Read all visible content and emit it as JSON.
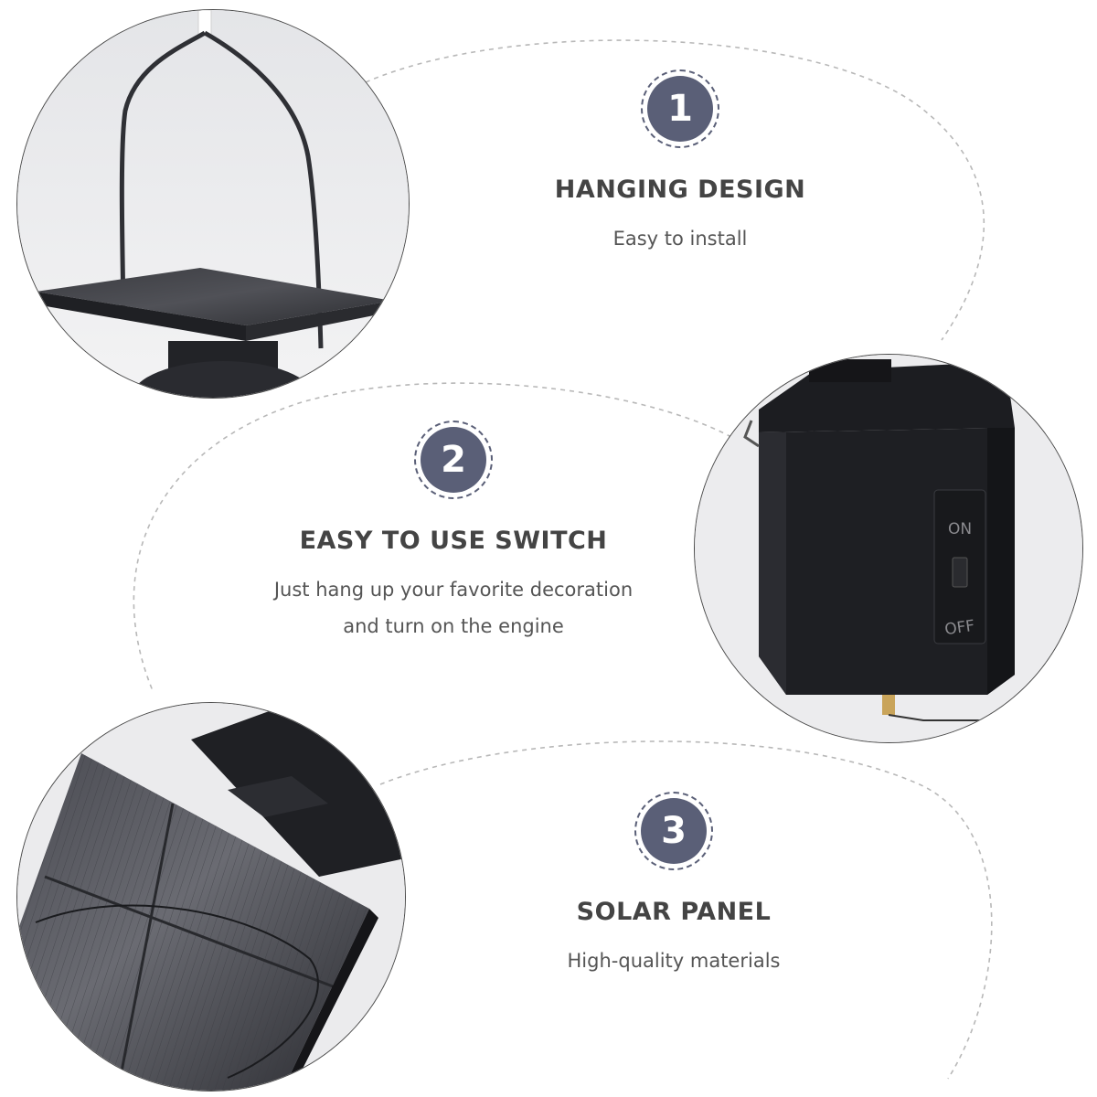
{
  "features": [
    {
      "number": "1",
      "title": "HANGING DESIGN",
      "lines": [
        "Easy to install"
      ]
    },
    {
      "number": "2",
      "title": "EASY TO USE SWITCH",
      "lines": [
        "Just hang up your favorite decoration",
        "and turn on the engine"
      ]
    },
    {
      "number": "3",
      "title": "SOLAR PANEL",
      "lines": [
        "High-quality materials"
      ]
    }
  ],
  "photos": {
    "switch": {
      "on_label": "ON",
      "off_label": "OFF"
    }
  },
  "colors": {
    "badge": "#5a5f77",
    "title": "#444444",
    "description": "#555555",
    "dashed_line": "#b5b5b5"
  }
}
